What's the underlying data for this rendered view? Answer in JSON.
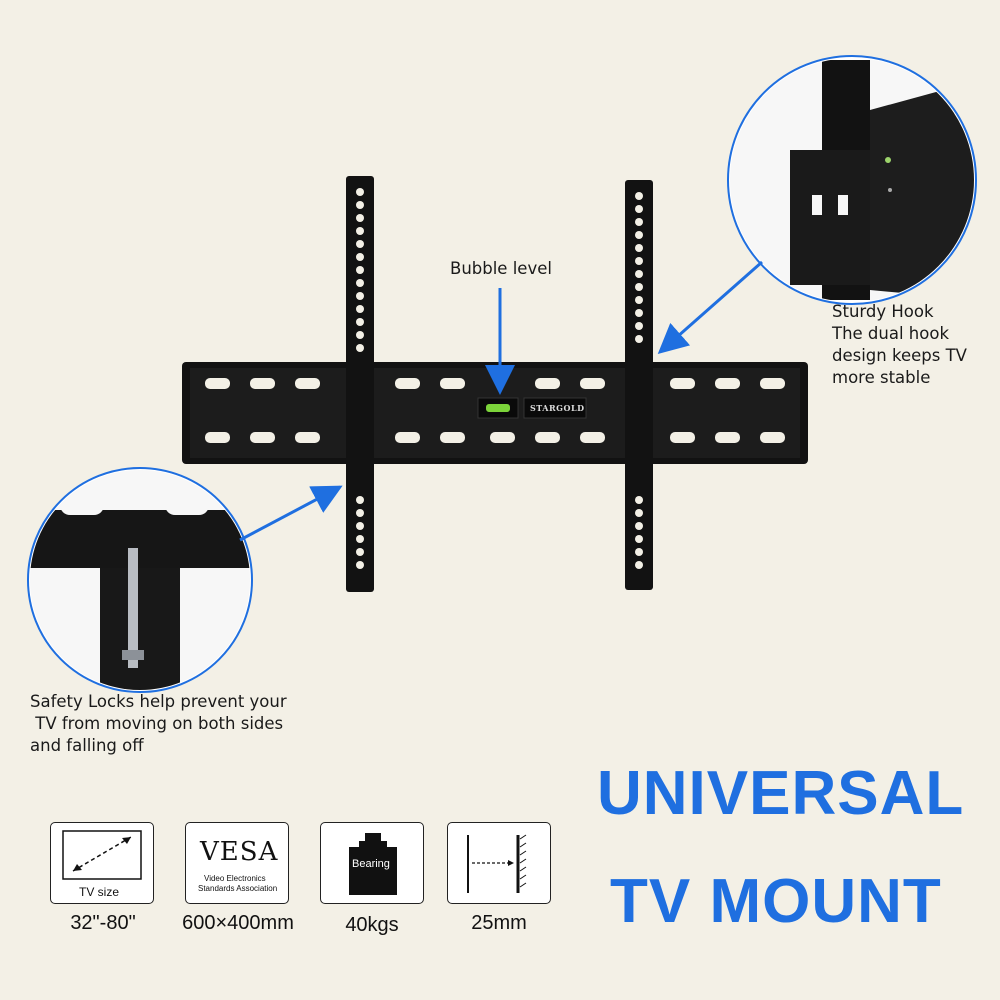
{
  "callouts": {
    "bubble_level": "Bubble level",
    "sturdy_hook": [
      "Sturdy Hook",
      "The dual hook",
      "design keeps TV",
      "more stable"
    ],
    "safety_locks": [
      "Safety Locks help prevent your",
      " TV from moving on both sides",
      "and falling off"
    ]
  },
  "brand_mark": "STARGOLD",
  "title": {
    "line1": "UNIVERSAL",
    "line2": "TV MOUNT"
  },
  "specs": [
    {
      "icon": "tv-size-icon",
      "caption": "TV size",
      "value": "32\"-80\""
    },
    {
      "icon": "vesa-icon",
      "caption": "VESA",
      "subcaption1": "Video Electronics",
      "subcaption2": "Standards Association",
      "value": "600×400mm"
    },
    {
      "icon": "weight-icon",
      "caption": "Bearing",
      "value": "40kgs"
    },
    {
      "icon": "wall-distance-icon",
      "caption": "",
      "value": "25mm"
    }
  ],
  "colors": {
    "accent": "#1f6fe0",
    "mount": "#111111",
    "background": "#f3f0e6"
  }
}
